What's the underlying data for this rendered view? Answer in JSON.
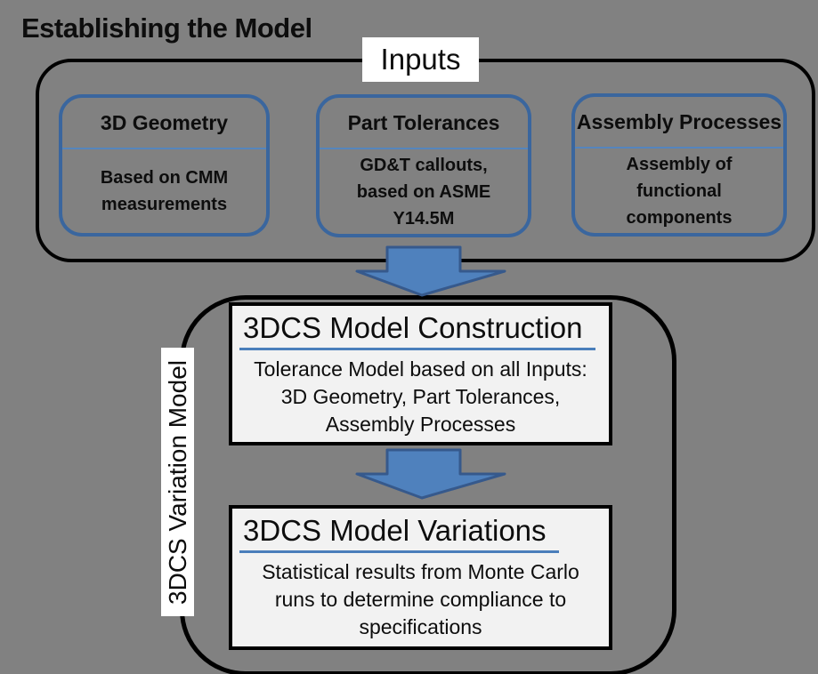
{
  "slide": {
    "title": "Establishing the Model"
  },
  "inputs": {
    "label": "Inputs",
    "boxes": [
      {
        "title": "3D Geometry",
        "body": "Based on CMM measurements"
      },
      {
        "title": "Part Tolerances",
        "body": "GD&T callouts, based on ASME Y14.5M"
      },
      {
        "title": "Assembly Processes",
        "body": "Assembly of functional components"
      }
    ]
  },
  "variation": {
    "side_label": "3DCS Variation Model",
    "steps": [
      {
        "title": "3DCS Model Construction",
        "body": "Tolerance Model based on all Inputs: 3D Geometry, Part Tolerances, Assembly Processes"
      },
      {
        "title": "3DCS Model Variations",
        "body": "Statistical results from Monte Carlo runs to determine compliance to specifications"
      }
    ]
  },
  "icons": {
    "down_arrow_1": "block-down-arrow",
    "down_arrow_2": "block-down-arrow"
  },
  "colors": {
    "background": "#818181",
    "input_box_border": "#3A669E",
    "divider_blue": "#5585BD",
    "arrow_fill": "#4F81BD",
    "arrow_stroke": "#36598C",
    "title_underline": "#4A7EBB",
    "step_panel_fill": "#F2F2F2",
    "outline_black": "#000000"
  }
}
